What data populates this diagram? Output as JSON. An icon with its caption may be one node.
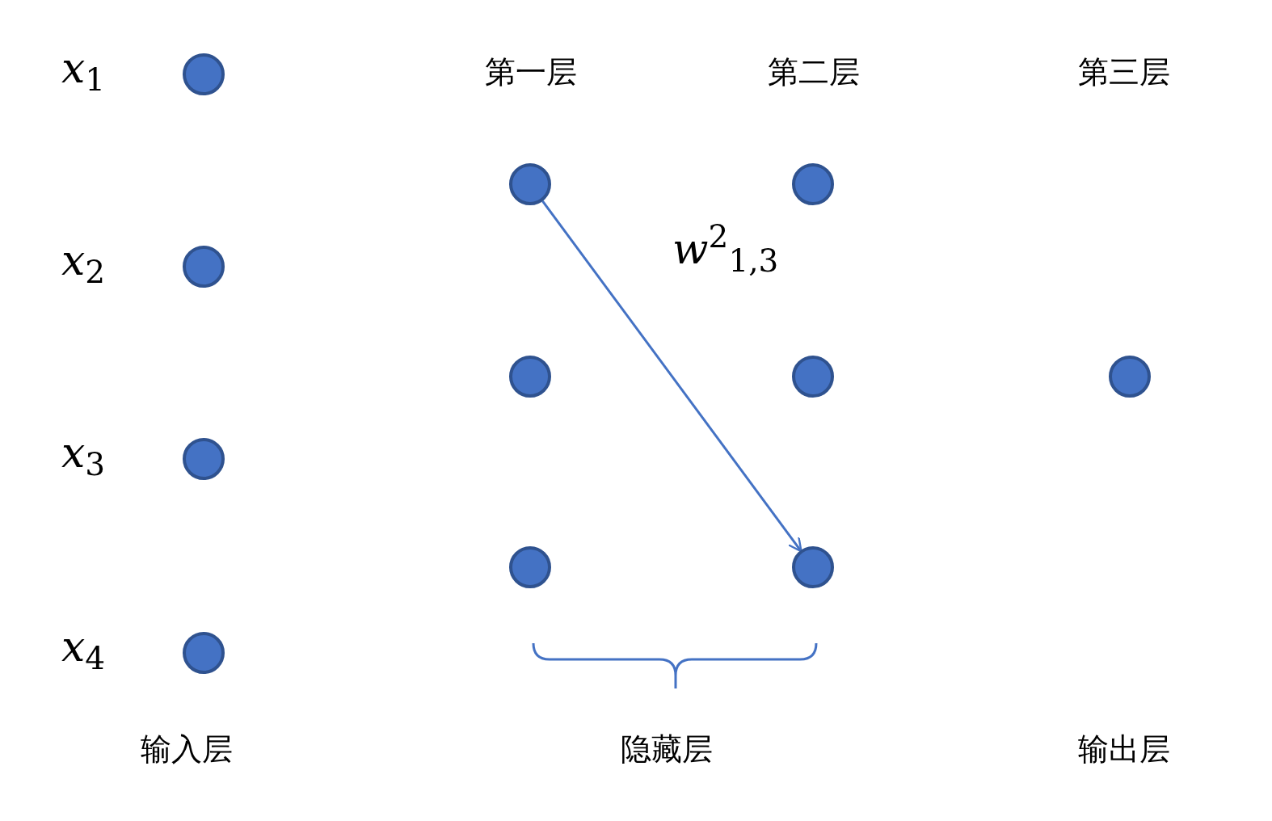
{
  "diagram": {
    "nodes": [
      {
        "text": [],
        "shape": "circle",
        "beside": [
          "*x*$_{1}$"
        ]
      },
      {
        "text": [],
        "shape": "circle",
        "beside": [
          "*x*$_{2}$"
        ]
      },
      {
        "text": [],
        "shape": "circle",
        "beside": [
          "*x*$_{3}$"
        ]
      },
      {
        "text": [],
        "shape": "circle",
        "beside": [
          "*x*$_{4}$"
        ]
      },
      {
        "text": [],
        "shape": "circle"
      },
      {
        "text": [],
        "shape": "circle"
      },
      {
        "text": [],
        "shape": "circle"
      },
      {
        "text": [],
        "shape": "circle"
      },
      {
        "text": [],
        "shape": "circle"
      },
      {
        "text": [],
        "shape": "circle"
      },
      {
        "text": [],
        "shape": "circle"
      }
    ],
    "edges": [
      {
        "from": 4,
        "to": 9,
        "arrow": "to",
        "label": "*w*$^{2}$$_{1,3}$"
      }
    ],
    "labels": [
      "第一层",
      "第二层",
      "第三层",
      "输入层",
      "隐藏层",
      "输出层"
    ]
  }
}
